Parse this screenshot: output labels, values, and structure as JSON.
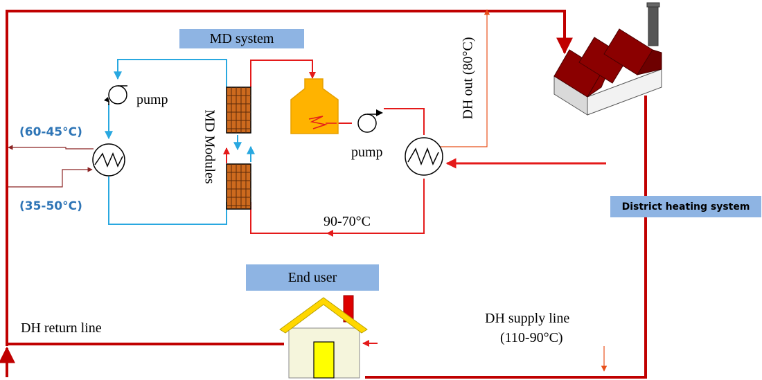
{
  "labels": {
    "md_system": "MD system",
    "pump_top": "pump",
    "pump_mid": "pump",
    "md_modules": "MD Modules",
    "dh_out": "DH out (80°C)",
    "temp_hot_side": "90-70°C",
    "temp_cold_out": "(60-45°C)",
    "temp_cold_in": "(35-50°C)",
    "district_heating": "District heating system",
    "end_user": "End user",
    "dh_return": "DH return line",
    "dh_supply": "DH supply line",
    "dh_supply_temp": "(110-90°C)"
  },
  "colors": {
    "dh_line": "#c00000",
    "red_loop": "#e41a1a",
    "blue_loop": "#29a8e0",
    "dark_red": "#8b2323",
    "label_box": "#8eb4e3",
    "factory_roof": "#8b0000",
    "house_roof": "#ffd700",
    "house_wall": "#f5f5dc",
    "door": "#ffff00",
    "tank": "#ffb300",
    "module": "#cd6a1e"
  }
}
